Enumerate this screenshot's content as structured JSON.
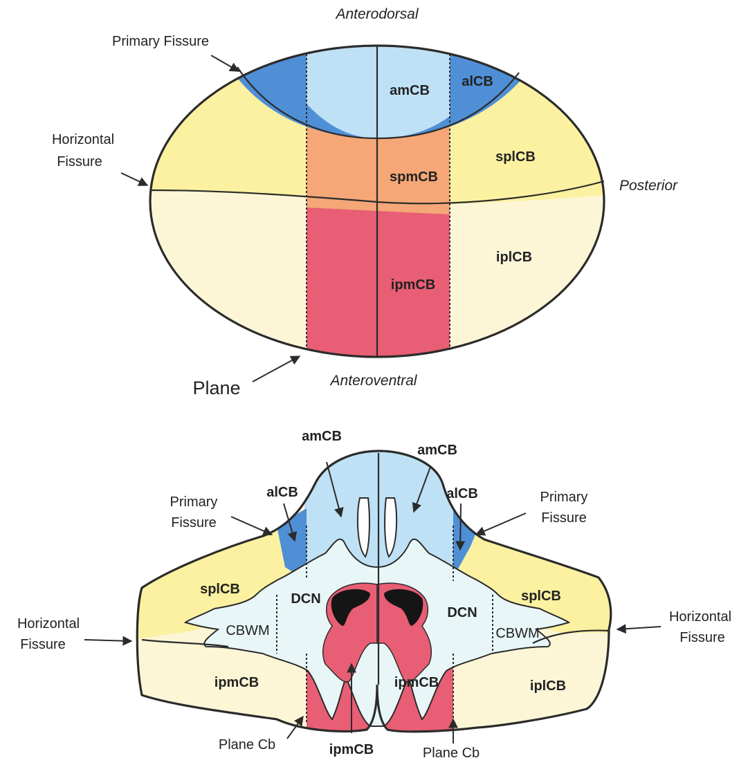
{
  "colors": {
    "dark_blue": "#4f8fd6",
    "light_blue": "#bfe1f5",
    "orange": "#f5a777",
    "pink": "#e85e74",
    "yellow": "#fbf1a0",
    "cream": "#fcf6d6",
    "white_matter": "#e9f6f8",
    "dcn_black": "#151515"
  },
  "top": {
    "anterodorsal": "Anterodorsal",
    "anteroventral": "Anteroventral",
    "posterior": "Posterior",
    "primary_fissure": "Primary Fissure",
    "horizontal_line1": "Horizontal",
    "horizontal_line2": "Fissure",
    "plane": "Plane",
    "amcb": "amCB",
    "alcb": "alCB",
    "spmcb": "spmCB",
    "splcb": "splCB",
    "iplcb": "iplCB",
    "ipmcb": "ipmCB"
  },
  "bottom": {
    "amcb_left": "amCB",
    "amcb_right": "amCB",
    "alcb_left": "alCB",
    "alcb_right": "alCB",
    "primary_left_1": "Primary",
    "primary_left_2": "Fissure",
    "primary_right_1": "Primary",
    "primary_right_2": "Fissure",
    "splcb_left": "splCB",
    "splcb_right": "splCB",
    "dcn_left": "DCN",
    "dcn_right": "DCN",
    "cbwm_left": "CBWM",
    "cbwm_right": "CBWM",
    "horizontal_left_1": "Horizontal",
    "horizontal_left_2": "Fissure",
    "horizontal_right_1": "Horizontal",
    "horizontal_right_2": "Fissure",
    "ipmcb_left": "ipmCB",
    "ipmcb_mid": "ipmCB",
    "ipmcb_right": "ipmCB",
    "iplcb_right": "iplCB",
    "plane_cb_left": "Plane Cb",
    "plane_cb_right": "Plane Cb"
  }
}
